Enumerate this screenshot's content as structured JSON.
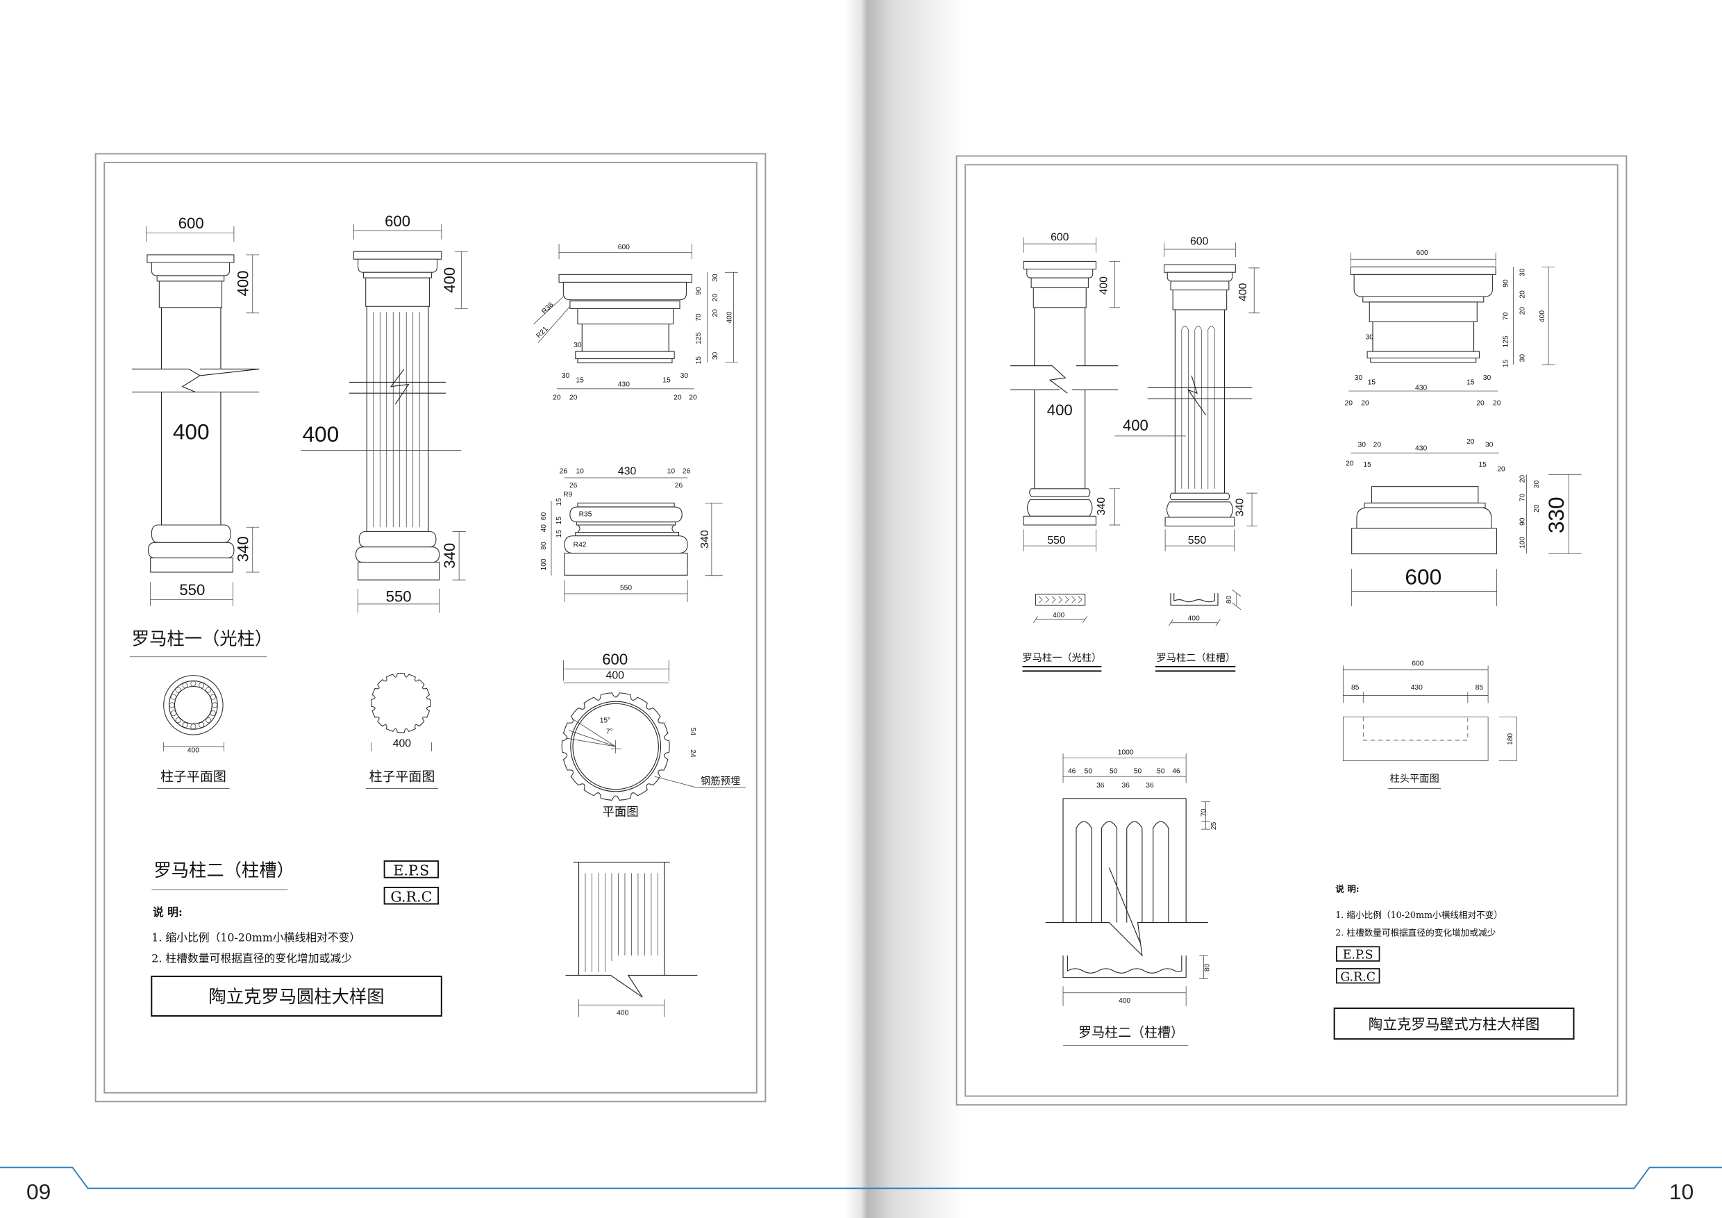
{
  "left_page": {
    "page_number": "09",
    "column_plain": {
      "top_width": "600",
      "cap_height": "400",
      "shaft_diameter": "400",
      "base_height": "340",
      "base_width": "550",
      "title": "罗马柱一（光柱）"
    },
    "column_fluted": {
      "top_width": "600",
      "cap_height": "400",
      "shaft_diameter": "400",
      "base_height": "340",
      "base_width": "550"
    },
    "capital_detail": {
      "width": "600",
      "radii": [
        "R38",
        "R21"
      ],
      "heights_outer": [
        "30",
        "20",
        "20",
        "30"
      ],
      "heights_inner": [
        "90",
        "70",
        "125",
        "15"
      ],
      "total": "400",
      "neck_offset": "30",
      "bottom_top": [
        "30",
        "15",
        "430",
        "15",
        "30"
      ],
      "bottom_low": [
        "20",
        "20",
        "20",
        "20"
      ]
    },
    "base_detail": {
      "top": [
        "26",
        "10",
        "430",
        "10",
        "26"
      ],
      "top_low": [
        "26",
        "26"
      ],
      "radii": [
        "R9",
        "R35",
        "R42"
      ],
      "heights_outer": [
        "60",
        "40",
        "80",
        "100"
      ],
      "heights_inner": [
        "15",
        "15",
        "15"
      ],
      "total": "340",
      "width": "550"
    },
    "plan_view": {
      "outer": "600",
      "inner": "400",
      "angles": [
        "15°",
        "7°"
      ],
      "flute_dims": [
        "54",
        "24"
      ],
      "rebar_label": "钢筋预埋",
      "title": "平面图"
    },
    "plan_plain": {
      "diameter": "400",
      "title": "柱子平面图"
    },
    "plan_fluted": {
      "diameter": "400",
      "title": "柱子平面图"
    },
    "flute_elevation": {
      "width": "400"
    },
    "column_two_title": "罗马柱二（柱槽）",
    "materials": [
      "E.P.S",
      "G.R.C"
    ],
    "notes_heading": "说 明:",
    "notes": [
      "1. 缩小比例（10-20mm小横线相对不变）",
      "2. 柱槽数量可根据直径的变化增加或减少"
    ],
    "sheet_title": "陶立克罗马圆柱大样图"
  },
  "right_page": {
    "page_number": "10",
    "column_plain": {
      "top_width": "600",
      "cap_height": "400",
      "shaft_width": "400",
      "base_height": "340",
      "base_width": "550",
      "section_width": "400",
      "title": "罗马柱一（光柱）"
    },
    "column_fluted": {
      "top_width": "600",
      "cap_height": "400",
      "shaft_width": "400",
      "base_height": "340",
      "base_width": "550",
      "section_width": "400",
      "section_depth": "80",
      "title": "罗马柱二（柱槽）"
    },
    "capital_detail": {
      "width": "600",
      "neck_offset": "30",
      "heights_outer": [
        "30",
        "20",
        "20",
        "30"
      ],
      "heights_inner": [
        "90",
        "70",
        "125",
        "15"
      ],
      "total": "400",
      "bottom_top": [
        "30",
        "15",
        "430",
        "15",
        "30"
      ],
      "bottom_low": [
        "20",
        "20",
        "20",
        "20"
      ]
    },
    "base_detail": {
      "top": [
        "30",
        "20",
        "430",
        "20",
        "30"
      ],
      "top_low": [
        "20",
        "15",
        "15",
        "20"
      ],
      "heights_outer": [
        "20",
        "70",
        "90",
        "100"
      ],
      "heights_inner": [
        "30",
        "20"
      ],
      "total": "330",
      "width": "600"
    },
    "capital_plan": {
      "width": "600",
      "parts": [
        "85",
        "430",
        "85"
      ],
      "depth": "180",
      "title": "柱头平面图"
    },
    "flute_elevation": {
      "total": "1000",
      "top_row": [
        "46",
        "50",
        "50",
        "50",
        "50",
        "46"
      ],
      "low_row": [
        "36",
        "36",
        "36"
      ],
      "side": [
        "70",
        "25"
      ],
      "channel_depth": "80",
      "width": "400",
      "title": "罗马柱二（柱槽）"
    },
    "notes_heading": "说 明:",
    "notes": [
      "1. 缩小比例（10-20mm小横线相对不变）",
      "2. 柱槽数量可根据直径的变化增加或减少"
    ],
    "materials": [
      "E.P.S",
      "G.R.C"
    ],
    "sheet_title": "陶立克罗马壁式方柱大样图"
  },
  "colors": {
    "accent_line": "#2a7fc0",
    "frame": "#999999"
  }
}
